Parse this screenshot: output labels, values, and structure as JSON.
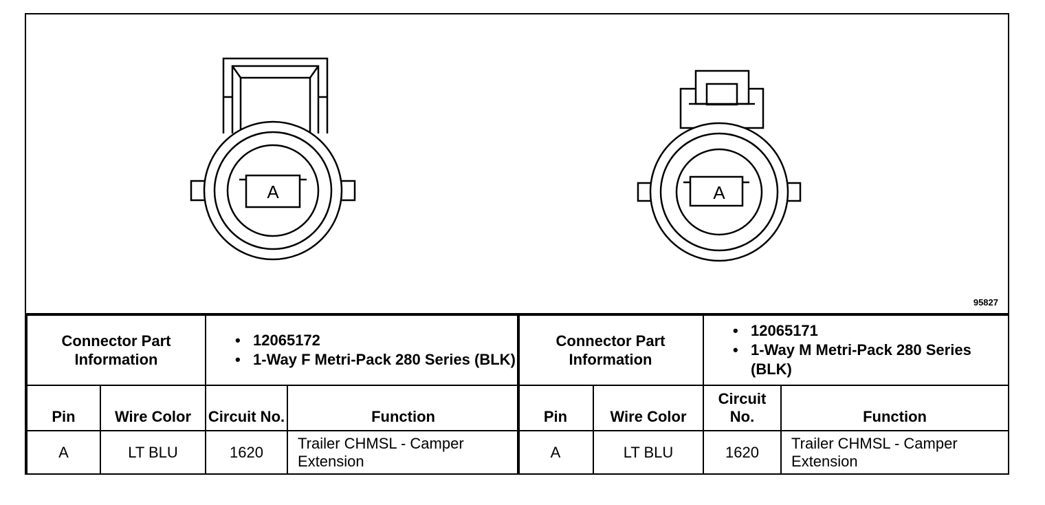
{
  "drawing": {
    "drawing_number": "95827",
    "left_connector": {
      "pin_label": "A"
    },
    "right_connector": {
      "pin_label": "A"
    }
  },
  "left_table": {
    "info_label": "Connector Part Information",
    "parts": [
      "12065172",
      "1-Way F Metri-Pack 280 Series (BLK)"
    ],
    "headers": {
      "pin": "Pin",
      "wire_color": "Wire Color",
      "circuit_no": "Circuit No.",
      "function": "Function"
    },
    "rows": [
      {
        "pin": "A",
        "wire_color": "LT BLU",
        "circuit_no": "1620",
        "function": "Trailer CHMSL - Camper Extension"
      }
    ]
  },
  "right_table": {
    "info_label": "Connector Part Information",
    "parts": [
      "12065171",
      "1-Way M Metri-Pack 280 Series (BLK)"
    ],
    "headers": {
      "pin": "Pin",
      "wire_color": "Wire Color",
      "circuit_no": "Circuit No.",
      "function": "Function"
    },
    "rows": [
      {
        "pin": "A",
        "wire_color": "LT BLU",
        "circuit_no": "1620",
        "function": "Trailer CHMSL - Camper Extension"
      }
    ]
  }
}
